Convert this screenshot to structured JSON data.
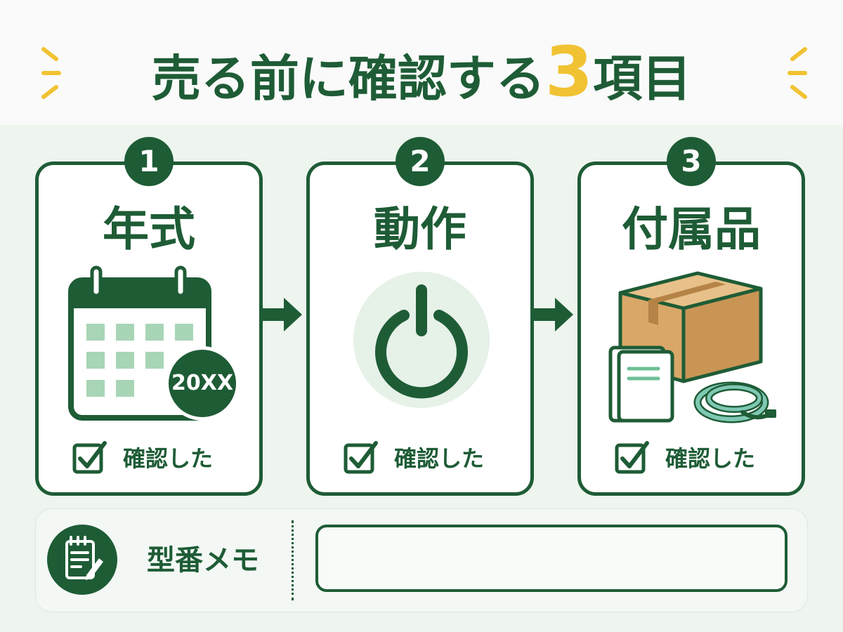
{
  "header": {
    "title_prefix": "売る前に確認する",
    "title_number": "3",
    "title_suffix": "項目"
  },
  "colors": {
    "primary": "#1e5c36",
    "accent": "#f1c232",
    "background": "#edf5ee",
    "card": "#ffffff"
  },
  "items": [
    {
      "number": "1",
      "title": "年式",
      "icon": "calendar-icon",
      "year_badge": "20XX",
      "check_label": "確認した",
      "checked": true
    },
    {
      "number": "2",
      "title": "動作",
      "icon": "power-icon",
      "check_label": "確認した",
      "checked": true
    },
    {
      "number": "3",
      "title": "付属品",
      "icon": "box-manual-cable-icon",
      "check_label": "確認した",
      "checked": true
    }
  ],
  "memo": {
    "icon": "notepad-pencil-icon",
    "label": "型番メモ",
    "value": ""
  }
}
